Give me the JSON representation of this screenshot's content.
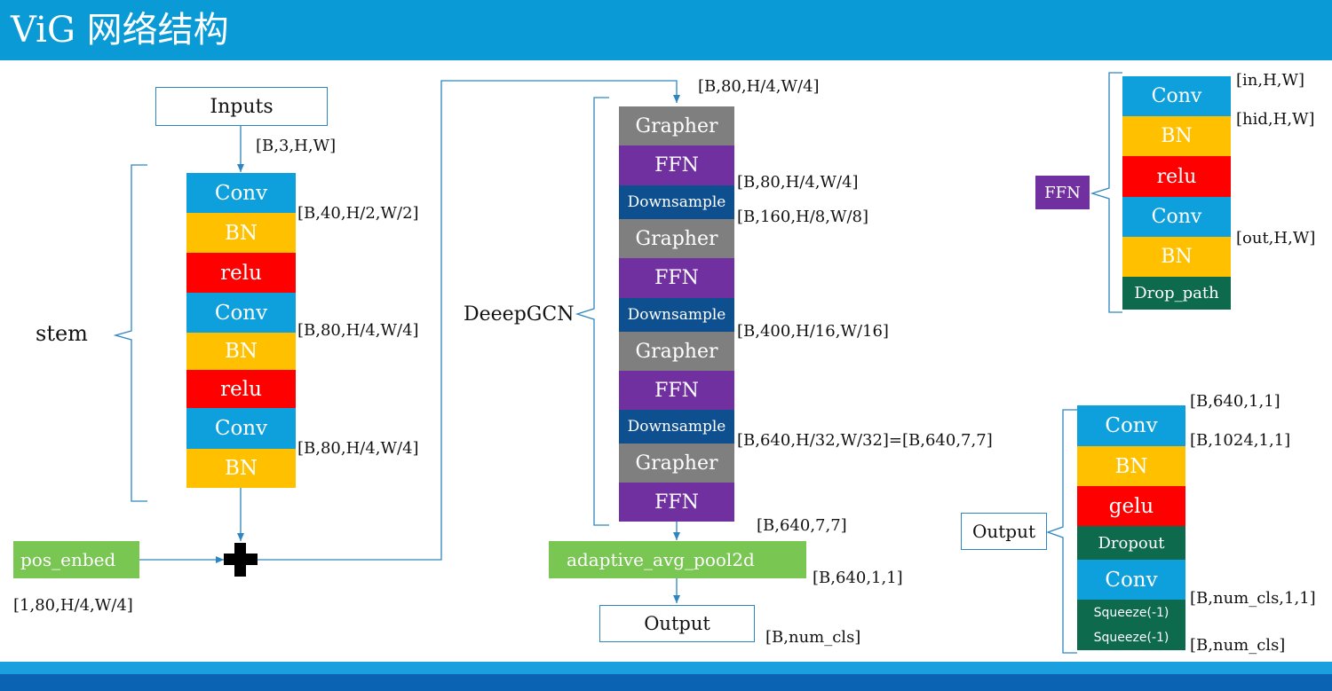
{
  "title": "ViG 网络结构",
  "stem": {
    "label": "stem",
    "inputs": "Inputs",
    "input_shape": "[B,3,H,W]",
    "blocks": [
      "Conv",
      "BN",
      "relu",
      "Conv",
      "BN",
      "relu",
      "Conv",
      "BN"
    ],
    "shapes": [
      "[B,40,H/2,W/2]",
      "[B,80,H/4,W/4]",
      "[B,80,H/4,W/4]"
    ],
    "pos_embed": "pos_enbed",
    "pos_shape": "[1,80,H/4,W/4]"
  },
  "deepgcn": {
    "label": "DeeepGCN",
    "input_shape": "[B,80,H/4,W/4]",
    "blocks": [
      "Grapher",
      "FFN",
      "Downsample",
      "Grapher",
      "FFN",
      "Downsample",
      "Grapher",
      "FFN",
      "Downsample",
      "Grapher",
      "FFN"
    ],
    "shapes": [
      "[B,80,H/4,W/4]",
      "[B,160,H/8,W/8]",
      "[B,400,H/16,W/16]",
      "[B,640,H/32,W/32]=[B,640,7,7]"
    ],
    "pool_in_shape": "[B,640,7,7]",
    "pool": "adaptive_avg_pool2d",
    "pool_shape": "[B,640,1,1]",
    "output": "Output",
    "output_shape": "[B,num_cls]"
  },
  "ffn_detail": {
    "label": "FFN",
    "blocks": [
      "Conv",
      "BN",
      "relu",
      "Conv",
      "BN",
      "Drop_path"
    ],
    "shapes": [
      "[in,H,W]",
      "[hid,H,W]",
      "[out,H,W]"
    ]
  },
  "output_detail": {
    "label": "Output",
    "blocks": [
      "Conv",
      "BN",
      "gelu",
      "Dropout",
      "Conv",
      "Squeeze(-1)",
      "Squeeze(-1)"
    ],
    "shapes": [
      "[B,640,1,1]",
      "[B,1024,1,1]",
      "[B,num_cls,1,1]",
      "[B,num_cls]"
    ]
  },
  "colors": {
    "header": "#0a9ad6",
    "conv": "#0ea0dc",
    "bn": "#ffc000",
    "relu": "#ff0000",
    "grapher": "#7f7f7f",
    "ffn": "#7030a0",
    "downsample": "#0e4f8f",
    "dark_green": "#0e6a4d",
    "light_green": "#79c653",
    "line": "#2e86c1"
  }
}
